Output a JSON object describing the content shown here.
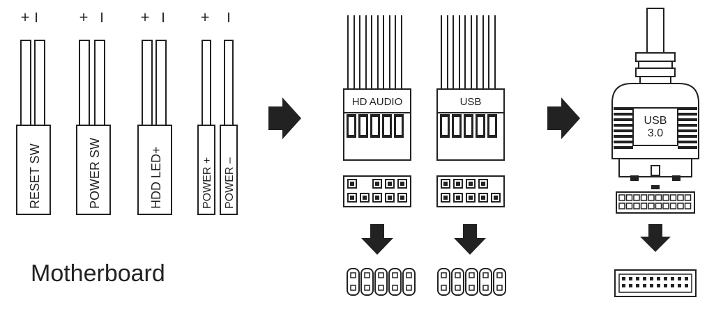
{
  "front_panel": {
    "polarity_plus": "+",
    "polarity_minus": "I",
    "connectors": [
      {
        "label": "RESET SW"
      },
      {
        "label": "POWER SW"
      },
      {
        "label": "HDD LED+"
      },
      {
        "label": "POWER +"
      },
      {
        "label": "POWER –"
      }
    ],
    "caption": "Motherboard"
  },
  "headers": {
    "hd_audio_label": "HD AUDIO",
    "usb_label": "USB",
    "usb3_label_line1": "USB",
    "usb3_label_line2": "3.0"
  },
  "colors": {
    "ink": "#222222",
    "paper": "#ffffff"
  }
}
